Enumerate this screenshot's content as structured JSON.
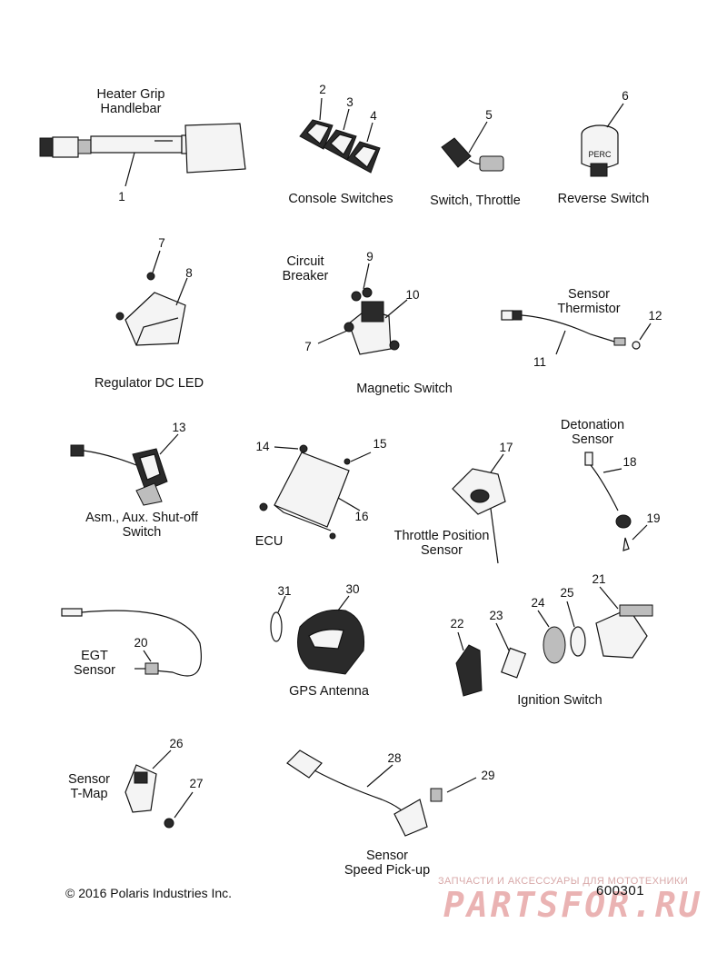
{
  "labels": {
    "heater_grip": "Heater Grip\nHandlebar",
    "console_switches": "Console Switches",
    "switch_throttle": "Switch, Throttle",
    "reverse_switch": "Reverse Switch",
    "regulator": "Regulator DC LED",
    "circuit_breaker": "Circuit\nBreaker",
    "magnetic_switch": "Magnetic Switch",
    "sensor_thermistor": "Sensor\nThermistor",
    "aux_shutoff": "Asm., Aux. Shut-off\nSwitch",
    "ecu": "ECU",
    "throttle_position": "Throttle Position\nSensor",
    "detonation": "Detonation\nSensor",
    "egt": "EGT\nSensor",
    "gps": "GPS Antenna",
    "ignition": "Ignition Switch",
    "tmap": "Sensor\nT-Map",
    "speed_pickup": "Sensor\nSpeed Pick-up",
    "perc": "PERC"
  },
  "callouts": [
    "1",
    "2",
    "3",
    "4",
    "5",
    "6",
    "7",
    "8",
    "9",
    "10",
    "7",
    "11",
    "12",
    "13",
    "14",
    "15",
    "16",
    "17",
    "18",
    "19",
    "20",
    "21",
    "22",
    "23",
    "24",
    "25",
    "26",
    "27",
    "28",
    "29",
    "30",
    "31"
  ],
  "copyright": "© 2016 Polaris Industries Inc.",
  "figure_number": "600301",
  "watermark": {
    "small": "ЗАПЧАСТИ И АКСЕССУАРЫ ДЛЯ МОТОТЕХНИКИ",
    "big": "PARTSFOR.RU"
  }
}
